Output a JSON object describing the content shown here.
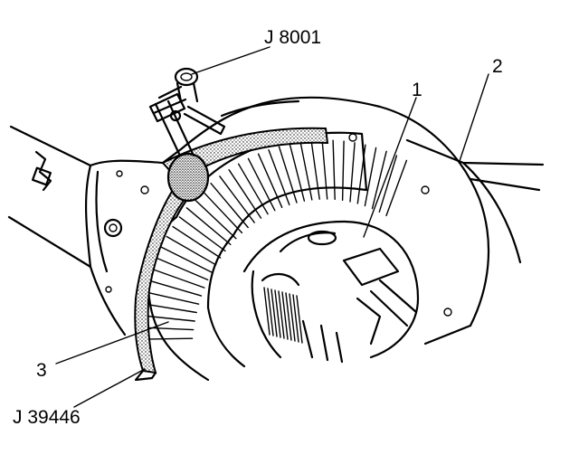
{
  "callouts": {
    "tool_top": "J 8001",
    "label_1": "1",
    "label_2": "2",
    "label_3": "3",
    "tool_bottom": "J 39446"
  }
}
